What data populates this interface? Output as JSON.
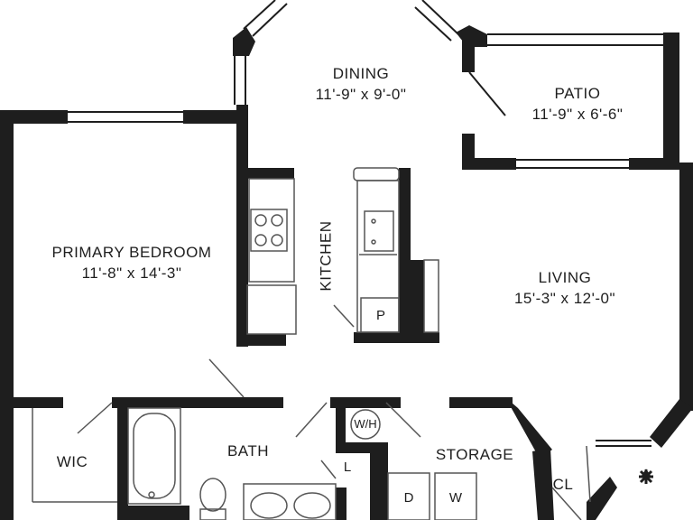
{
  "rooms": {
    "dining": {
      "name": "DINING",
      "dims": "11'-9\" x 9'-0\""
    },
    "patio": {
      "name": "PATIO",
      "dims": "11'-9\" x 6'-6\""
    },
    "primary_bedroom": {
      "name": "PRIMARY BEDROOM",
      "dims": "11'-8\" x 14'-3\""
    },
    "kitchen": {
      "name": "KITCHEN"
    },
    "living": {
      "name": "LIVING",
      "dims": "15'-3\" x 12'-0\""
    },
    "wic": {
      "name": "WIC"
    },
    "bath": {
      "name": "BATH"
    },
    "storage": {
      "name": "STORAGE"
    },
    "closet": {
      "name": "CL"
    }
  },
  "fixtures": {
    "pantry": "P",
    "water_heater": "W/H",
    "linen": "L",
    "dryer": "D",
    "washer": "W"
  },
  "colors": {
    "wall": "#1e1e1e",
    "fixture_line": "#555555",
    "background": "#ffffff"
  }
}
